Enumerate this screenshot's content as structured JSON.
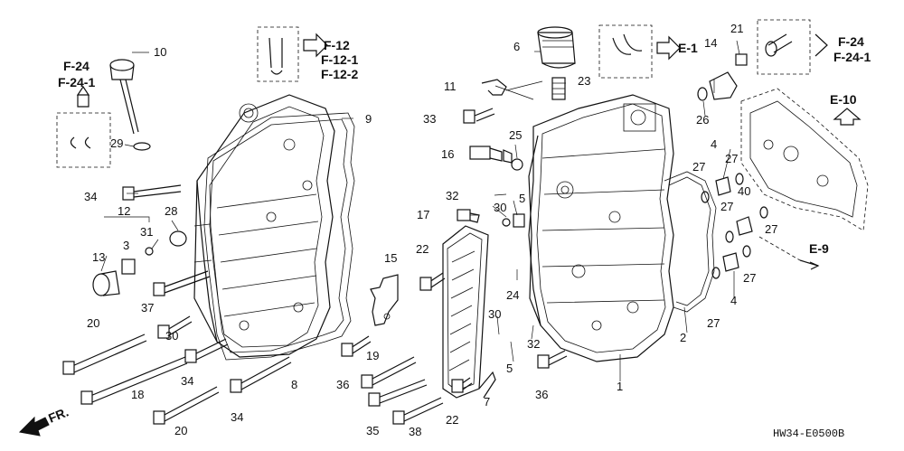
{
  "diagram": {
    "code": "HW34-E0500B",
    "front_label": "FR.",
    "refs": {
      "top_left": [
        "F-24",
        "F-24-1"
      ],
      "top_center": [
        "F-12",
        "F-12-1",
        "F-12-2"
      ],
      "top_right": [
        "F-24",
        "F-24-1"
      ],
      "e1": "E-1",
      "e10": "E-10",
      "e9": "E-9"
    },
    "labels": [
      "1",
      "2",
      "3",
      "4",
      "4",
      "5",
      "5",
      "6",
      "7",
      "8",
      "9",
      "10",
      "11",
      "12",
      "13",
      "14",
      "15",
      "16",
      "17",
      "18",
      "19",
      "20",
      "20",
      "21",
      "22",
      "22",
      "23",
      "24",
      "25",
      "26",
      "27",
      "27",
      "27",
      "27",
      "27",
      "27",
      "28",
      "29",
      "30",
      "30",
      "30",
      "31",
      "32",
      "32",
      "33",
      "34",
      "34",
      "34",
      "35",
      "36",
      "36",
      "37",
      "38",
      "40"
    ]
  }
}
